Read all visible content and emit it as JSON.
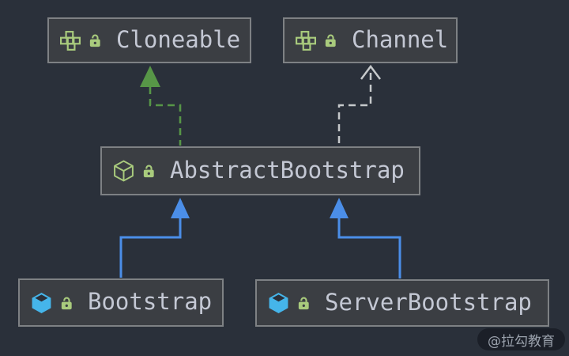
{
  "diagram": {
    "nodes": [
      {
        "label": "Cloneable",
        "type": "interface",
        "icon": "interface-icon",
        "visibility": "unlocked"
      },
      {
        "label": "Channel",
        "type": "interface",
        "icon": "interface-icon",
        "visibility": "unlocked"
      },
      {
        "label": "AbstractBootstrap",
        "type": "abstract-class",
        "icon": "abstract-class-icon",
        "visibility": "unlocked"
      },
      {
        "label": "Bootstrap",
        "type": "class",
        "icon": "class-icon",
        "visibility": "unlocked"
      },
      {
        "label": "ServerBootstrap",
        "type": "class",
        "icon": "class-icon",
        "visibility": "unlocked"
      }
    ],
    "edges": [
      {
        "from": "AbstractBootstrap",
        "to": "Cloneable",
        "relation": "implements",
        "line": "dashed",
        "arrowhead": "filled-triangle",
        "color": "#579647"
      },
      {
        "from": "AbstractBootstrap",
        "to": "Channel",
        "relation": "implements",
        "line": "dashed",
        "arrowhead": "open-chevron",
        "color": "#c6c9cb"
      },
      {
        "from": "Bootstrap",
        "to": "AbstractBootstrap",
        "relation": "extends",
        "line": "solid",
        "arrowhead": "filled-triangle",
        "color": "#4b8ee8"
      },
      {
        "from": "ServerBootstrap",
        "to": "AbstractBootstrap",
        "relation": "extends",
        "line": "solid",
        "arrowhead": "filled-triangle",
        "color": "#4b8ee8"
      }
    ]
  },
  "colors": {
    "background": "#2a303a",
    "node_fill": "#3b3e43",
    "node_border": "#7e8184",
    "node_text": "#c4c8d4",
    "icon_green": "#a9cb7d",
    "class_icon_blue": "#45b5ea",
    "edge_green": "#579647",
    "edge_gray": "#c6c9cb",
    "edge_blue": "#4b8ee8"
  },
  "watermark": {
    "text": "@拉勾教育"
  }
}
